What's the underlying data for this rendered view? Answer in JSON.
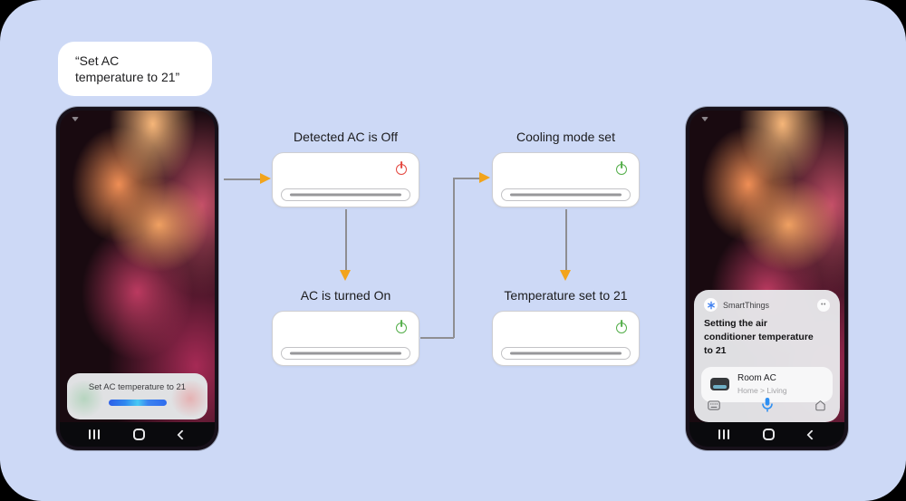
{
  "colors": {
    "canvas_bg": "#cdd9f6",
    "arrow_accent": "#f2a41c",
    "power_off": "#e4473f",
    "power_on": "#53ae49",
    "assistant_wave_blue": "#2f87ef",
    "mic_blue": "#2e8ff2"
  },
  "speech_bubble": {
    "line1": "“Set AC",
    "line2": "temperature to 21”"
  },
  "flow": {
    "steps": [
      {
        "label": "Detected AC is Off",
        "power": "off"
      },
      {
        "label": "AC is turned On",
        "power": "on"
      },
      {
        "label": "Cooling mode set",
        "power": "on"
      },
      {
        "label": "Temperature set to 21",
        "power": "on"
      }
    ]
  },
  "left_phone": {
    "assistant_card": {
      "text": "Set AC temperature to 21"
    },
    "nav": {
      "recents": "recents-icon",
      "home": "home-icon",
      "back": "back-icon"
    }
  },
  "right_phone": {
    "smartthings": {
      "app_name": "SmartThings",
      "more_label": "••",
      "title": "Setting the air conditioner temperature to 21",
      "device": {
        "name": "Room AC",
        "location": "Home > Living"
      }
    },
    "toolbar": {
      "keyboard": "keyboard-icon",
      "mic": "mic-icon",
      "home": "house-icon"
    }
  }
}
